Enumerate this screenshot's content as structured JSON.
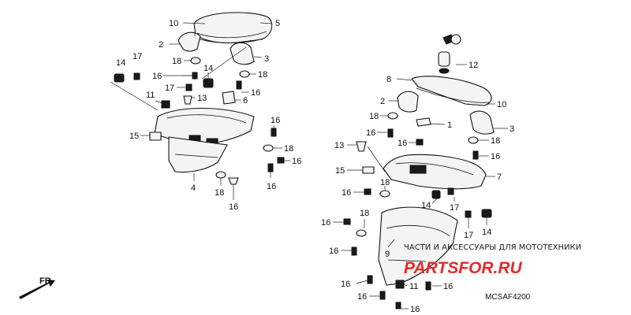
{
  "callouts_left": {
    "c10": "10",
    "c5": "5",
    "c2": "2",
    "c3": "3",
    "c18a": "18",
    "c18b": "18",
    "c14a": "14",
    "c17a": "17",
    "c16a": "16",
    "c17b": "17",
    "c14b": "14",
    "c11": "11",
    "c13": "13",
    "c6": "6",
    "c16b": "16",
    "c16c": "16",
    "c15": "15",
    "c18c": "18",
    "c16d": "16",
    "c16e": "16",
    "c4": "4",
    "c18d": "18",
    "c16f": "16"
  },
  "callouts_right": {
    "c12": "12",
    "c8": "8",
    "c2": "2",
    "c10": "10",
    "c18a": "18",
    "c1": "1",
    "c16a": "16",
    "c3": "3",
    "c18b": "18",
    "c13": "13",
    "c16b": "16",
    "c16c": "16",
    "c15": "15",
    "c7": "7",
    "c16d": "16",
    "c18c": "18",
    "c14": "14",
    "c17a": "17",
    "c16e": "16",
    "c18d": "18",
    "c17b": "17",
    "c14b": "14",
    "c9": "9",
    "c16f": "16",
    "c16g": "16",
    "c16h": "16",
    "c11": "11",
    "c16i": "16",
    "c16j": "16"
  },
  "fr_label": "FR.",
  "watermark_text": "ЧАСТИ И АКСЕССУАРЫ ДЛЯ МОТОТЕХНИКИ",
  "brand_text": "PARTSFOR.RU",
  "diagram_ref": "MCSAF4200",
  "colors": {
    "brand": "#e62a2a",
    "ink": "#111111"
  }
}
